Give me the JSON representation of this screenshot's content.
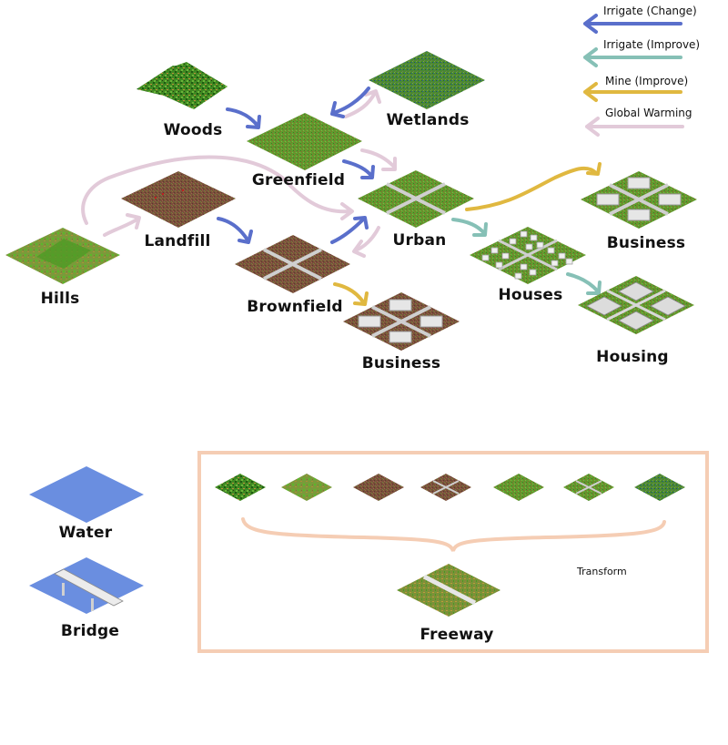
{
  "legend": [
    {
      "label": "Irrigate (Change)",
      "color": "#5a6fcb"
    },
    {
      "label": "Irrigate (Improve)",
      "color": "#86c0b6"
    },
    {
      "label": "Mine (Improve)",
      "color": "#e0b840"
    },
    {
      "label": "Global Warming",
      "color": "#e2cad9"
    }
  ],
  "terrain": {
    "woods": "Woods",
    "wetlands": "Wetlands",
    "greenfield": "Greenfield",
    "hills": "Hills",
    "landfill": "Landfill",
    "urban": "Urban",
    "brownfield": "Brownfield",
    "business_top": "Business",
    "houses": "Houses",
    "housing": "Housing",
    "business_bottom": "Business",
    "water": "Water",
    "bridge": "Bridge",
    "freeway": "Freeway"
  },
  "transform_box": {
    "label": "Transform",
    "border_color": "#f5cdb4"
  },
  "colors": {
    "grass": "#5e9a2e",
    "dirt": "#7a4d3a",
    "water": "#6a8ee0",
    "road": "#cfcfcf",
    "building": "#e8e8e8"
  }
}
